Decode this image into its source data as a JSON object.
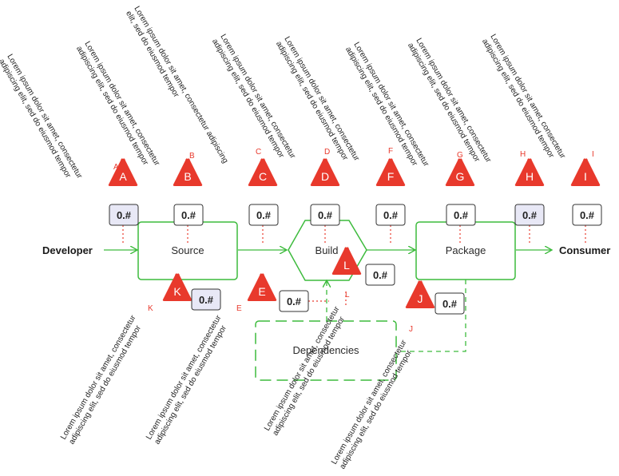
{
  "colors": {
    "flow_line": "#3dbb3d",
    "threat_fill": "#e8392c",
    "threat_line": "#e8392c",
    "box_stroke": "#333333",
    "box_fill_highlight": "#e8e8f6",
    "box_fill": "#ffffff"
  },
  "endpoints": {
    "developer": "Developer",
    "consumer": "Consumer"
  },
  "stages": {
    "source": "Source",
    "build": "Build",
    "package": "Package",
    "dependencies": "Dependencies"
  },
  "threats": [
    {
      "id": "A",
      "letter": "A",
      "score": "0.#",
      "note": [
        "Lorem ipsum dolor sit amet, consectetur",
        "adipiscing elit, sed do eiusmod tempor"
      ]
    },
    {
      "id": "B",
      "letter": "B",
      "score": "0.#",
      "note": [
        "Lorem ipsum dolor sit amet, consectetur",
        "adipiscing elit, sed do eiusmod tempor"
      ]
    },
    {
      "id": "C",
      "letter": "C",
      "score": "0.#",
      "note": [
        "Lorem ipsum dolor sit amet, consectetur adipiscing",
        "elit, sed do eiusmod tempor"
      ]
    },
    {
      "id": "D",
      "letter": "D",
      "score": "0.#",
      "note": [
        "Lorem ipsum dolor sit amet, consectetur",
        "adipiscing elit, sed do eiusmod tempor"
      ]
    },
    {
      "id": "F",
      "letter": "F",
      "score": "0.#",
      "note": [
        "Lorem ipsum dolor sit amet, consectetur",
        "adipiscing elit, sed do eiusmod tempor"
      ]
    },
    {
      "id": "G",
      "letter": "G",
      "score": "0.#",
      "note": [
        "Lorem ipsum dolor sit amet, consectetur",
        "adipiscing elit, sed do eiusmod tempor"
      ]
    },
    {
      "id": "H",
      "letter": "H",
      "score": "0.#",
      "note": [
        "Lorem ipsum dolor sit amet, consectetur",
        "adipiscing elit, sed do eiusmod tempor"
      ]
    },
    {
      "id": "I",
      "letter": "I",
      "score": "0.#",
      "note": [
        "Lorem ipsum dolor sit amet, consectetur",
        "adipiscing elit, sed do eiusmod tempor"
      ]
    },
    {
      "id": "K",
      "letter": "K",
      "score": "0.#",
      "note": [
        "Lorem ipsum dolor sit amet, consectetur",
        "adipiscing elit, sed do eiusmod tempor"
      ]
    },
    {
      "id": "E",
      "letter": "E",
      "score": "0.#",
      "note": [
        "Lorem ipsum dolor sit amet, consectetur",
        "adipiscing elit, sed do eiusmod tempor"
      ]
    },
    {
      "id": "L",
      "letter": "L",
      "score": "0.#",
      "note": [
        "Lorem ipsum dolor sit amet, consectetur",
        "adipiscing elit, sed do eiusmod tempor"
      ]
    },
    {
      "id": "J",
      "letter": "J",
      "score": "0.#",
      "note": [
        "Lorem ipsum dolor sit amet, consectetur",
        "adipiscing elit, sed do eiusmod tempor"
      ]
    }
  ]
}
